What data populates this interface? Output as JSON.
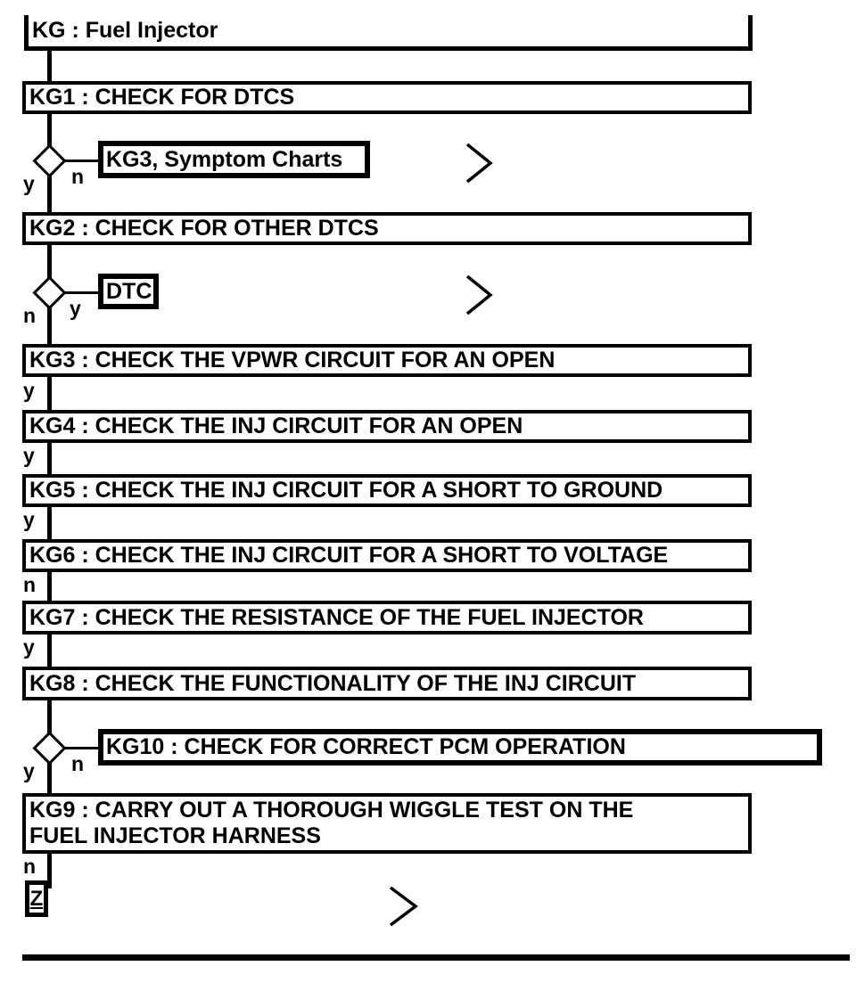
{
  "flowchart": {
    "title": "KG : Fuel Injector",
    "nodes": {
      "kg1": "KG1 : CHECK FOR DTCS",
      "kg2": "KG2 : CHECK FOR OTHER DTCS",
      "kg3": "KG3 : CHECK THE VPWR CIRCUIT FOR AN OPEN",
      "kg4": "KG4 : CHECK THE INJ CIRCUIT FOR AN OPEN",
      "kg5": "KG5 : CHECK THE INJ CIRCUIT FOR A SHORT TO GROUND",
      "kg6": "KG6 : CHECK THE INJ CIRCUIT FOR A SHORT TO VOLTAGE",
      "kg7": "KG7 : CHECK THE RESISTANCE OF THE FUEL INJECTOR",
      "kg8": "KG8 : CHECK THE FUNCTIONALITY OF THE INJ CIRCUIT",
      "kg9_line1": "KG9 : CARRY OUT A THOROUGH WIGGLE TEST ON THE",
      "kg9_line2": "FUEL INJECTOR HARNESS"
    },
    "decisions": {
      "d1": {
        "down_label": "y",
        "branch_label": "n",
        "target": "KG3, Symptom Charts"
      },
      "d2": {
        "down_label": "n",
        "branch_label": "y",
        "target": "DTC"
      },
      "d3": {
        "down_label": "y",
        "branch_label": "n",
        "target": "KG10 : CHECK FOR CORRECT PCM OPERATION"
      }
    },
    "edge_labels": {
      "kg3_out": "y",
      "kg4_out": "y",
      "kg5_out": "y",
      "kg6_out": "n",
      "kg7_out": "y",
      "kg9_out": "n"
    },
    "terminal": "Z",
    "colors": {
      "ink": "#000000",
      "paper": "#ffffff"
    }
  }
}
